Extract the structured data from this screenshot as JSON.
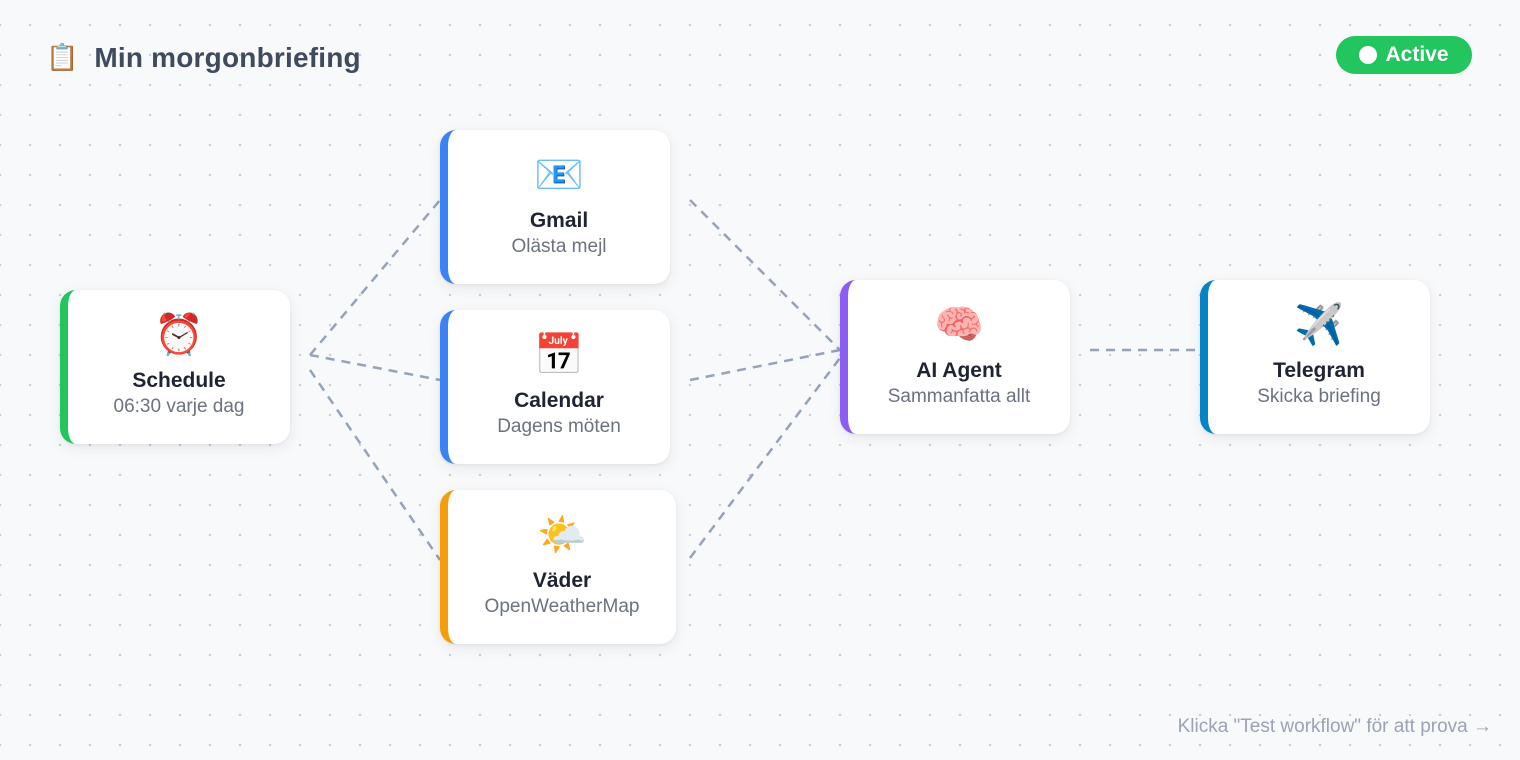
{
  "header": {
    "icon": "📋",
    "icon_name": "clipboard-icon",
    "title": "Min morgonbriefing"
  },
  "status": {
    "label": "Active",
    "color": "#22c55e"
  },
  "nodes": {
    "schedule": {
      "icon": "⏰",
      "icon_name": "alarm-clock-icon",
      "title": "Schedule",
      "subtitle": "06:30 varje dag",
      "accent": "#22c55e"
    },
    "gmail": {
      "icon": "📧",
      "icon_name": "email-icon",
      "title": "Gmail",
      "subtitle": "Olästa mejl",
      "accent": "#3b82f6"
    },
    "calendar": {
      "icon": "📅",
      "icon_name": "calendar-icon",
      "title": "Calendar",
      "subtitle": "Dagens möten",
      "accent": "#3b82f6"
    },
    "weather": {
      "icon": "🌤️",
      "icon_name": "sun-cloud-icon",
      "title": "Väder",
      "subtitle": "OpenWeatherMap",
      "accent": "#f59e0b"
    },
    "ai_agent": {
      "icon": "🧠",
      "icon_name": "brain-icon",
      "title": "AI Agent",
      "subtitle": "Sammanfatta allt",
      "accent": "#8b5cf6"
    },
    "telegram": {
      "icon": "✈️",
      "icon_name": "airplane-icon",
      "title": "Telegram",
      "subtitle": "Skicka briefing",
      "accent": "#0284c7"
    }
  },
  "edge_color": "#94a3b8",
  "hint": "Klicka \"Test workflow\" för att prova →"
}
